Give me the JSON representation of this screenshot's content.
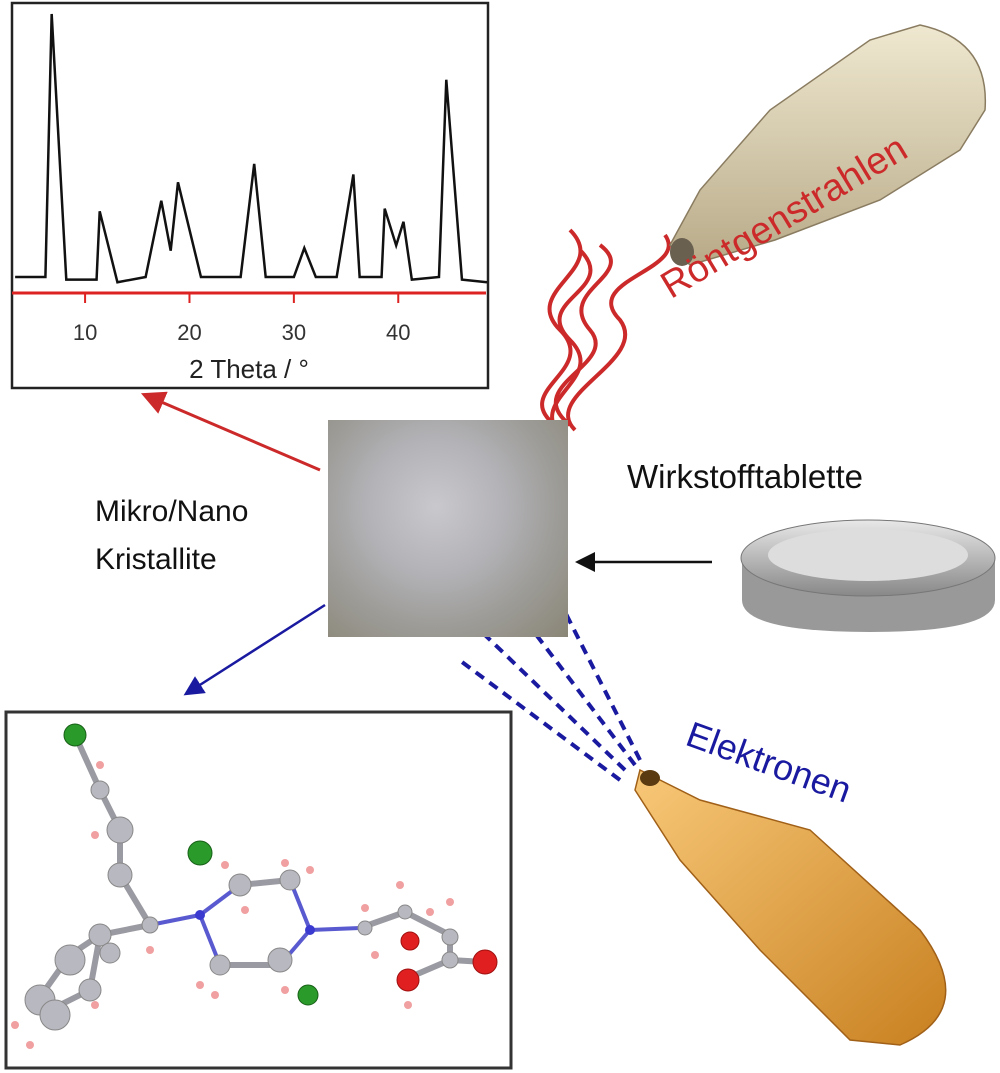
{
  "labels": {
    "xray": "Röntgenstrahlen",
    "electrons": "Elektronen",
    "tablet": "Wirkstofftablette",
    "crystallites_line1": "Mikro/Nano",
    "crystallites_line2": "Kristallite"
  },
  "colors": {
    "xray": "#cc2a2a",
    "electrons": "#1a1aa0",
    "xray_tube": "#d9cfb0",
    "electron_tube": "#e8a850",
    "tablet": "#b8b8b8"
  },
  "chart_data": {
    "type": "line",
    "title": "",
    "xlabel": "2 Theta / °",
    "ylabel": "",
    "xlim": [
      3,
      48.5
    ],
    "ylim": [
      -6,
      102
    ],
    "xticks": [
      10,
      20,
      30,
      40
    ],
    "xtick_labels": [
      "10",
      "20",
      "30",
      "40"
    ],
    "grid": false,
    "series": [
      {
        "name": "diffractogram",
        "x": [
          3.3,
          6.2,
          6.8,
          8.2,
          11.1,
          11.4,
          13.1,
          15.8,
          17.3,
          18.2,
          18.9,
          21.1,
          24.9,
          26.2,
          27.3,
          30.0,
          31.0,
          32.1,
          34.1,
          35.7,
          36.3,
          38.4,
          38.7,
          39.8,
          40.5,
          41.3,
          43.9,
          44.6,
          46.1,
          48.5
        ],
        "y": [
          0,
          0,
          100,
          -1,
          -1,
          25,
          -2,
          0,
          29,
          10,
          36,
          0,
          0,
          43,
          0,
          0,
          11,
          0,
          0,
          39,
          0,
          0,
          26,
          12,
          21,
          -1,
          0,
          75,
          -1,
          -2
        ]
      }
    ]
  }
}
